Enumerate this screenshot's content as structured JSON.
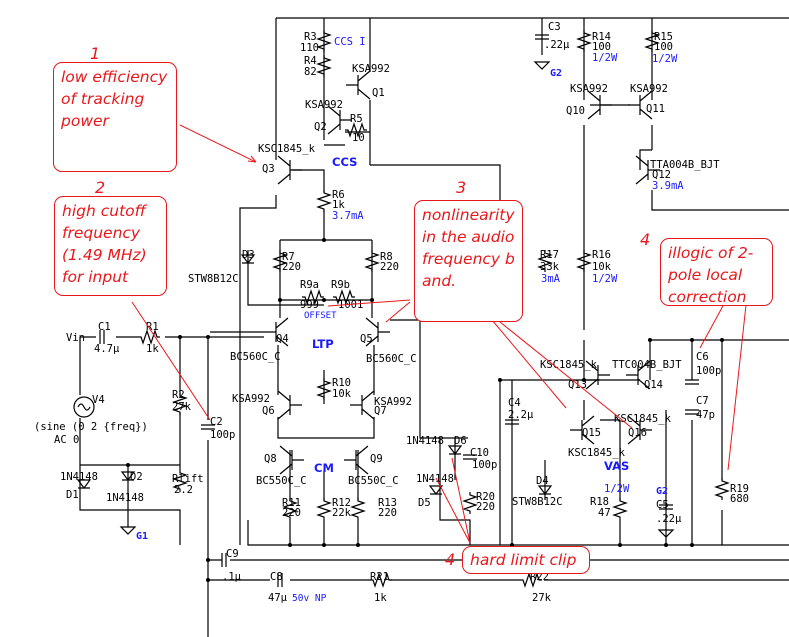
{
  "parts": {
    "R3": {
      "ref": "R3",
      "val": "110"
    },
    "R4": {
      "ref": "R4",
      "val": "82"
    },
    "R5": {
      "ref": "R5",
      "val": "10"
    },
    "R6": {
      "ref": "R6",
      "val": "1k"
    },
    "R7": {
      "ref": "R7",
      "val": "220"
    },
    "R8": {
      "ref": "R8",
      "val": "220"
    },
    "R9a": {
      "ref": "R9a",
      "val": "999"
    },
    "R9b": {
      "ref": "R9b",
      "val": "1001"
    },
    "R10": {
      "ref": "R10",
      "val": "10k"
    },
    "R11": {
      "ref": "R11",
      "val": "220"
    },
    "R12": {
      "ref": "R12",
      "val": "22k"
    },
    "R13": {
      "ref": "R13",
      "val": "220"
    },
    "R14": {
      "ref": "R14",
      "val": "100",
      "pwr": "1/2W"
    },
    "R15": {
      "ref": "R15",
      "val": "100",
      "pwr": "1/2W"
    },
    "R16": {
      "ref": "R16",
      "val": "10k",
      "pwr": "1/2W"
    },
    "R17": {
      "ref": "R17",
      "val": "33k"
    },
    "R18": {
      "ref": "R18",
      "val": "47"
    },
    "R19": {
      "ref": "R19",
      "val": "680"
    },
    "R20": {
      "ref": "R20",
      "val": "220"
    },
    "R21": {
      "ref": "R21",
      "val": "1k"
    },
    "R22": {
      "ref": "R22",
      "val": "27k"
    },
    "R1": {
      "ref": "R1",
      "val": "1k"
    },
    "R2": {
      "ref": "R2",
      "val": "27k"
    },
    "Rlift": {
      "ref": "Rlift",
      "val": "2.2"
    },
    "C1": {
      "ref": "C1",
      "val": "4.7µ"
    },
    "C2": {
      "ref": "C2",
      "val": "100p"
    },
    "C3": {
      "ref": "C3",
      "val": ".22µ"
    },
    "C4": {
      "ref": "C4",
      "val": "2.2µ"
    },
    "C5": {
      "ref": "C5",
      "val": ".22µ"
    },
    "C6": {
      "ref": "C6",
      "val": "100p"
    },
    "C7": {
      "ref": "C7",
      "val": "47p"
    },
    "C8": {
      "ref": "C8",
      "val": "47µ"
    },
    "C9": {
      "ref": "C9",
      "val": ".1µ"
    },
    "C10": {
      "ref": "C10",
      "val": "100p"
    },
    "Q1": {
      "ref": "Q1",
      "model": "KSA992"
    },
    "Q2": {
      "ref": "Q2",
      "model": "KSA992"
    },
    "Q3": {
      "ref": "Q3",
      "model": "KSC1845_k"
    },
    "Q4": {
      "ref": "Q4",
      "model": "BC560C_C"
    },
    "Q5": {
      "ref": "Q5",
      "model": "BC560C_C"
    },
    "Q6": {
      "ref": "Q6",
      "model": "KSA992"
    },
    "Q7": {
      "ref": "Q7",
      "model": "KSA992"
    },
    "Q8": {
      "ref": "Q8",
      "model": "BC550C_C"
    },
    "Q9": {
      "ref": "Q9",
      "model": "BC550C_C"
    },
    "Q10": {
      "ref": "Q10",
      "model": "KSA992"
    },
    "Q11": {
      "ref": "Q11",
      "model": "KSA992"
    },
    "Q12": {
      "ref": "Q12",
      "model": "TTA004B_BJT"
    },
    "Q13": {
      "ref": "Q13",
      "model": "KSC1845_k"
    },
    "Q14": {
      "ref": "Q14",
      "model": "TTC004B_BJT"
    },
    "Q15": {
      "ref": "Q15",
      "model": "KSC1845_k"
    },
    "Q16": {
      "ref": "Q16",
      "model": "KSC1845_k"
    },
    "D1": {
      "ref": "D1",
      "model": "1N4148"
    },
    "D2": {
      "ref": "D2",
      "model": "1N4148"
    },
    "D3": {
      "ref": "D3",
      "model": "STW8B12C"
    },
    "D4": {
      "ref": "D4",
      "model": "STW8B12C"
    },
    "D5": {
      "ref": "D5",
      "model": "1N4148"
    },
    "D6": {
      "ref": "D6",
      "model": "1N4148"
    },
    "V4": {
      "ref": "V4",
      "line1": "(sine (0 2 {freq})",
      "line2": "AC 0"
    }
  },
  "nets": {
    "vin": "Vin",
    "g1": "G1",
    "g2a": "G2",
    "g2b": "G2"
  },
  "blocks": {
    "ccs1": "CCS I",
    "ccs": "CCS",
    "ltp": "LTP",
    "cm": "CM",
    "vas": "VAS",
    "offset": "OFFSET"
  },
  "currents": {
    "r6": "3.7mA",
    "r17": "3mA",
    "q12": "3.9mA",
    "c8_note": "50v NP"
  },
  "annotations": [
    {
      "num": "1",
      "text": "low efficiency of tracking power"
    },
    {
      "num": "2",
      "text": "high cutoff frequency (1.49 MHz) for input"
    },
    {
      "num": "3",
      "text": "nonlinearity in the audio frequency band."
    },
    {
      "num": "4",
      "text": "illogic of 2-pole local correction"
    },
    {
      "num": "4",
      "text": "hard limit clip"
    }
  ],
  "colors": {
    "wire": "#000000",
    "annotation": "#e8171b",
    "block_label": "#1a1aff"
  }
}
